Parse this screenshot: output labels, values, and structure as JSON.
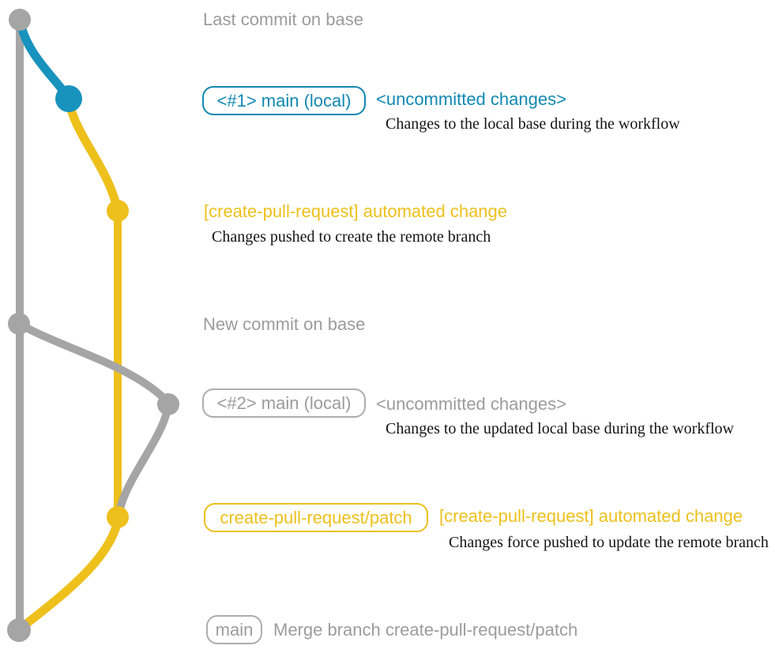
{
  "colors": {
    "base_gray": "#a5a5a5",
    "gray_text": "#9c9c9c",
    "teal": "#1793bd",
    "teal_text": "#1089b2",
    "yellow": "#eec01c",
    "note_black": "#141414"
  },
  "graph": {
    "type": "git-commit-graph",
    "commits": [
      {
        "color": "gray",
        "annotation": "Last commit on base"
      },
      {
        "color": "teal",
        "annotation": "<#1> main (local) <uncommitted changes>"
      },
      {
        "color": "yellow",
        "annotation": "[create-pull-request] automated change"
      },
      {
        "color": "gray",
        "annotation": "New commit on base"
      },
      {
        "color": "gray",
        "annotation": "<#2> main (local) <uncommitted changes>"
      },
      {
        "color": "yellow",
        "annotation": "create-pull-request/patch [create-pull-request] automated change"
      },
      {
        "color": "gray",
        "annotation": "main Merge branch create-pull-request/patch"
      }
    ]
  },
  "labels": {
    "last_commit": "Last commit on base",
    "branch1_badge": "<#1> main (local)",
    "branch1_status": "<uncommitted changes>",
    "branch1_note": "Changes to the local base during the workflow",
    "push1_title": "[create-pull-request] automated change",
    "push1_note": "Changes pushed to create the remote branch",
    "new_commit": "New commit on base",
    "branch2_badge": "<#2> main (local)",
    "branch2_status": "<uncommitted changes>",
    "branch2_note": "Changes to the updated local base during the workflow",
    "patch_badge": "create-pull-request/patch",
    "push2_title": "[create-pull-request] automated change",
    "push2_note": "Changes force pushed to update the remote branch",
    "main_badge": "main",
    "merge_message": "Merge branch create-pull-request/patch"
  }
}
